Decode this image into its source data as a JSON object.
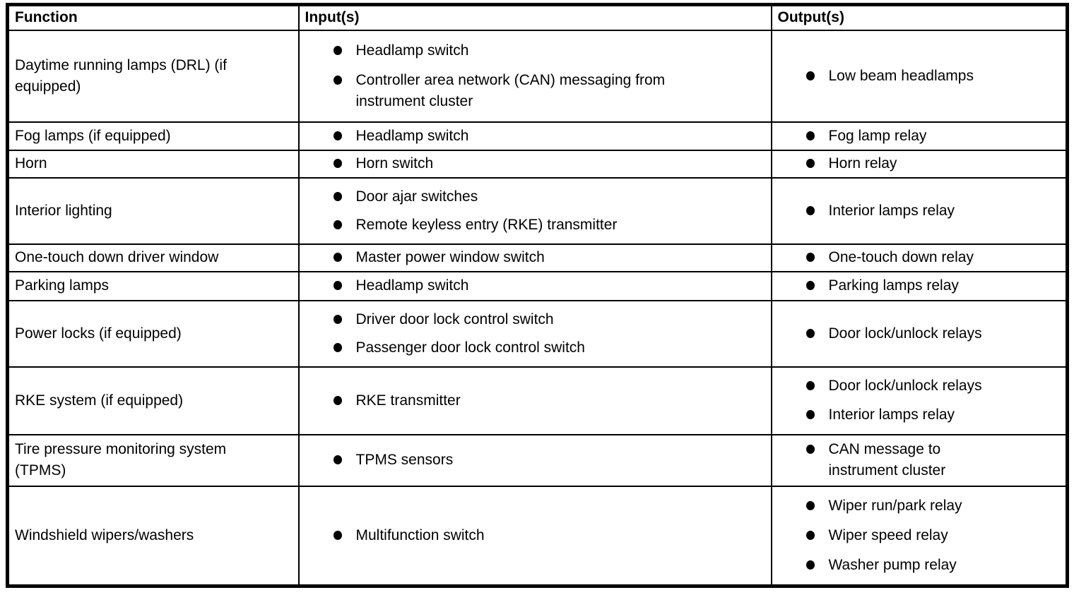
{
  "table": {
    "headers": [
      "Function",
      "Input(s)",
      "Output(s)"
    ],
    "rows": [
      {
        "function": "Daytime running lamps (DRL) (if\nequipped)",
        "inputs": [
          "Headlamp switch",
          "Controller area network (CAN) messaging from\ninstrument cluster"
        ],
        "outputs": [
          "Low beam headlamps"
        ]
      },
      {
        "function": "Fog lamps (if equipped)",
        "inputs": [
          "Headlamp switch"
        ],
        "outputs": [
          "Fog lamp relay"
        ]
      },
      {
        "function": "Horn",
        "inputs": [
          "Horn switch"
        ],
        "outputs": [
          "Horn relay"
        ]
      },
      {
        "function": "Interior lighting",
        "inputs": [
          "Door ajar switches",
          "Remote keyless entry (RKE) transmitter"
        ],
        "outputs": [
          "Interior lamps relay"
        ]
      },
      {
        "function": "One-touch down driver window",
        "inputs": [
          "Master power window switch"
        ],
        "outputs": [
          "One-touch down relay"
        ]
      },
      {
        "function": "Parking lamps",
        "inputs": [
          "Headlamp switch"
        ],
        "outputs": [
          "Parking lamps relay"
        ]
      },
      {
        "function": "Power locks (if equipped)",
        "inputs": [
          "Driver door lock control switch",
          "Passenger door lock control switch"
        ],
        "outputs": [
          "Door lock/unlock relays"
        ]
      },
      {
        "function": "RKE system (if equipped)",
        "inputs": [
          "RKE transmitter"
        ],
        "outputs": [
          "Door lock/unlock relays",
          "Interior lamps relay"
        ]
      },
      {
        "function": "Tire pressure monitoring system\n(TPMS)",
        "inputs": [
          "TPMS sensors"
        ],
        "outputs": [
          "CAN message to\ninstrument cluster"
        ]
      },
      {
        "function": "Windshield wipers/washers",
        "inputs": [
          "Multifunction switch"
        ],
        "outputs": [
          "Wiper run/park relay",
          "Wiper speed relay",
          "Washer pump relay"
        ]
      }
    ],
    "colors": {
      "border": "#000000",
      "text": "#000000",
      "background": "#ffffff"
    }
  }
}
